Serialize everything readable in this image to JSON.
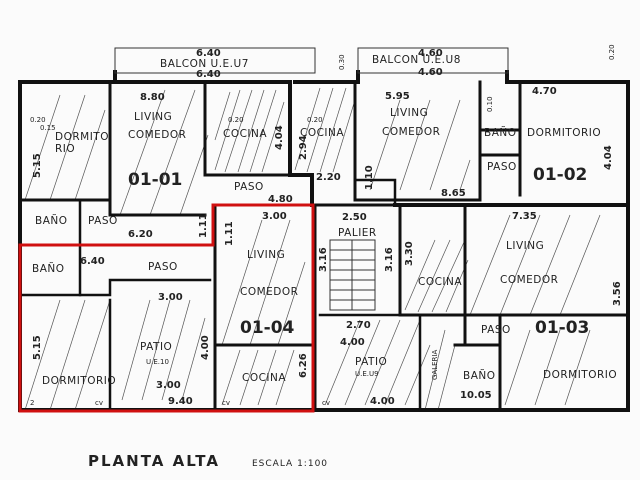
{
  "plan": {
    "title": "PLANTA ALTA",
    "scale": "ESCALA 1:100",
    "units": [
      {
        "id": "01-01",
        "label": "01-01"
      },
      {
        "id": "01-02",
        "label": "01-02"
      },
      {
        "id": "01-03",
        "label": "01-03"
      },
      {
        "id": "01-04",
        "label": "01-04",
        "highlighted": true
      }
    ],
    "rooms": {
      "balcon_ue7": "BALCON U.E.U7",
      "balcon_ue8": "BALCON U.E.U8",
      "dormitorio_0101": "DORMITO",
      "dormitorio_0101_b": "RIO",
      "living_0101": "LIVING",
      "comedor_0101": "COMEDOR",
      "cocina_0101": "COCINA",
      "cocina_0102": "COCINA",
      "living_0102": "LIVING",
      "comedor_0102": "COMEDOR",
      "bano_0102": "BAÑO",
      "dormitorio_0102": "DORMITORIO",
      "paso_0102": "PASO",
      "bano_0101": "BAÑO",
      "paso_0101": "PASO",
      "paso_0101_top": "PASO",
      "palier": "PALIER",
      "living_0103": "LIVING",
      "comedor_0103": "COMEDOR",
      "cocina_0103": "COCINA",
      "paso_0103": "PASO",
      "bano_0103": "BAÑO",
      "dormitorio_0103": "DORMITORIO",
      "galeria": "GALERIA",
      "patio_ue9": "PATIO",
      "patio_ue9_sub": "U.E.U9",
      "bano_0104": "BAÑO",
      "paso_0104": "PASO",
      "living_0104": "LIVING",
      "comedor_0104": "COMEDOR",
      "dormitorio_0104": "DORMITORIO",
      "patio_ue10": "PATIO",
      "patio_ue10_sub": "U.E.10",
      "cocina_0104": "COCINA"
    },
    "dimensions": {
      "d640a": "6.40",
      "d640b": "6.40",
      "d460a": "4.60",
      "d460b": "4.60",
      "d880": "8.80",
      "d595": "5.95",
      "d470": "4.70",
      "d515a": "5.15",
      "d404a": "4.04",
      "d404b": "4.04",
      "d294": "2.94",
      "d480": "4.80",
      "d220": "2.20",
      "d110": "1.10",
      "d865": "8.65",
      "d620": "6.20",
      "d111a": "1.11",
      "d111b": "1.11",
      "d300a": "3.00",
      "d250": "2.50",
      "d735": "7.35",
      "d316a": "3.16",
      "d316b": "3.16",
      "d330": "3.30",
      "d356": "3.56",
      "d640c": "6.40",
      "d515b": "5.15",
      "d300b": "3.00",
      "d400": "4.00",
      "d270": "2.70",
      "d226": "6.26",
      "d300c": "3.00",
      "d940": "9.40",
      "d400b": "4.00",
      "d1005": "10.05",
      "d400c": "4.00",
      "d020": "0.20",
      "d015": "0.15",
      "d030": "0.30",
      "d010": "0.10",
      "d2": "2",
      "cv": "cv"
    }
  }
}
